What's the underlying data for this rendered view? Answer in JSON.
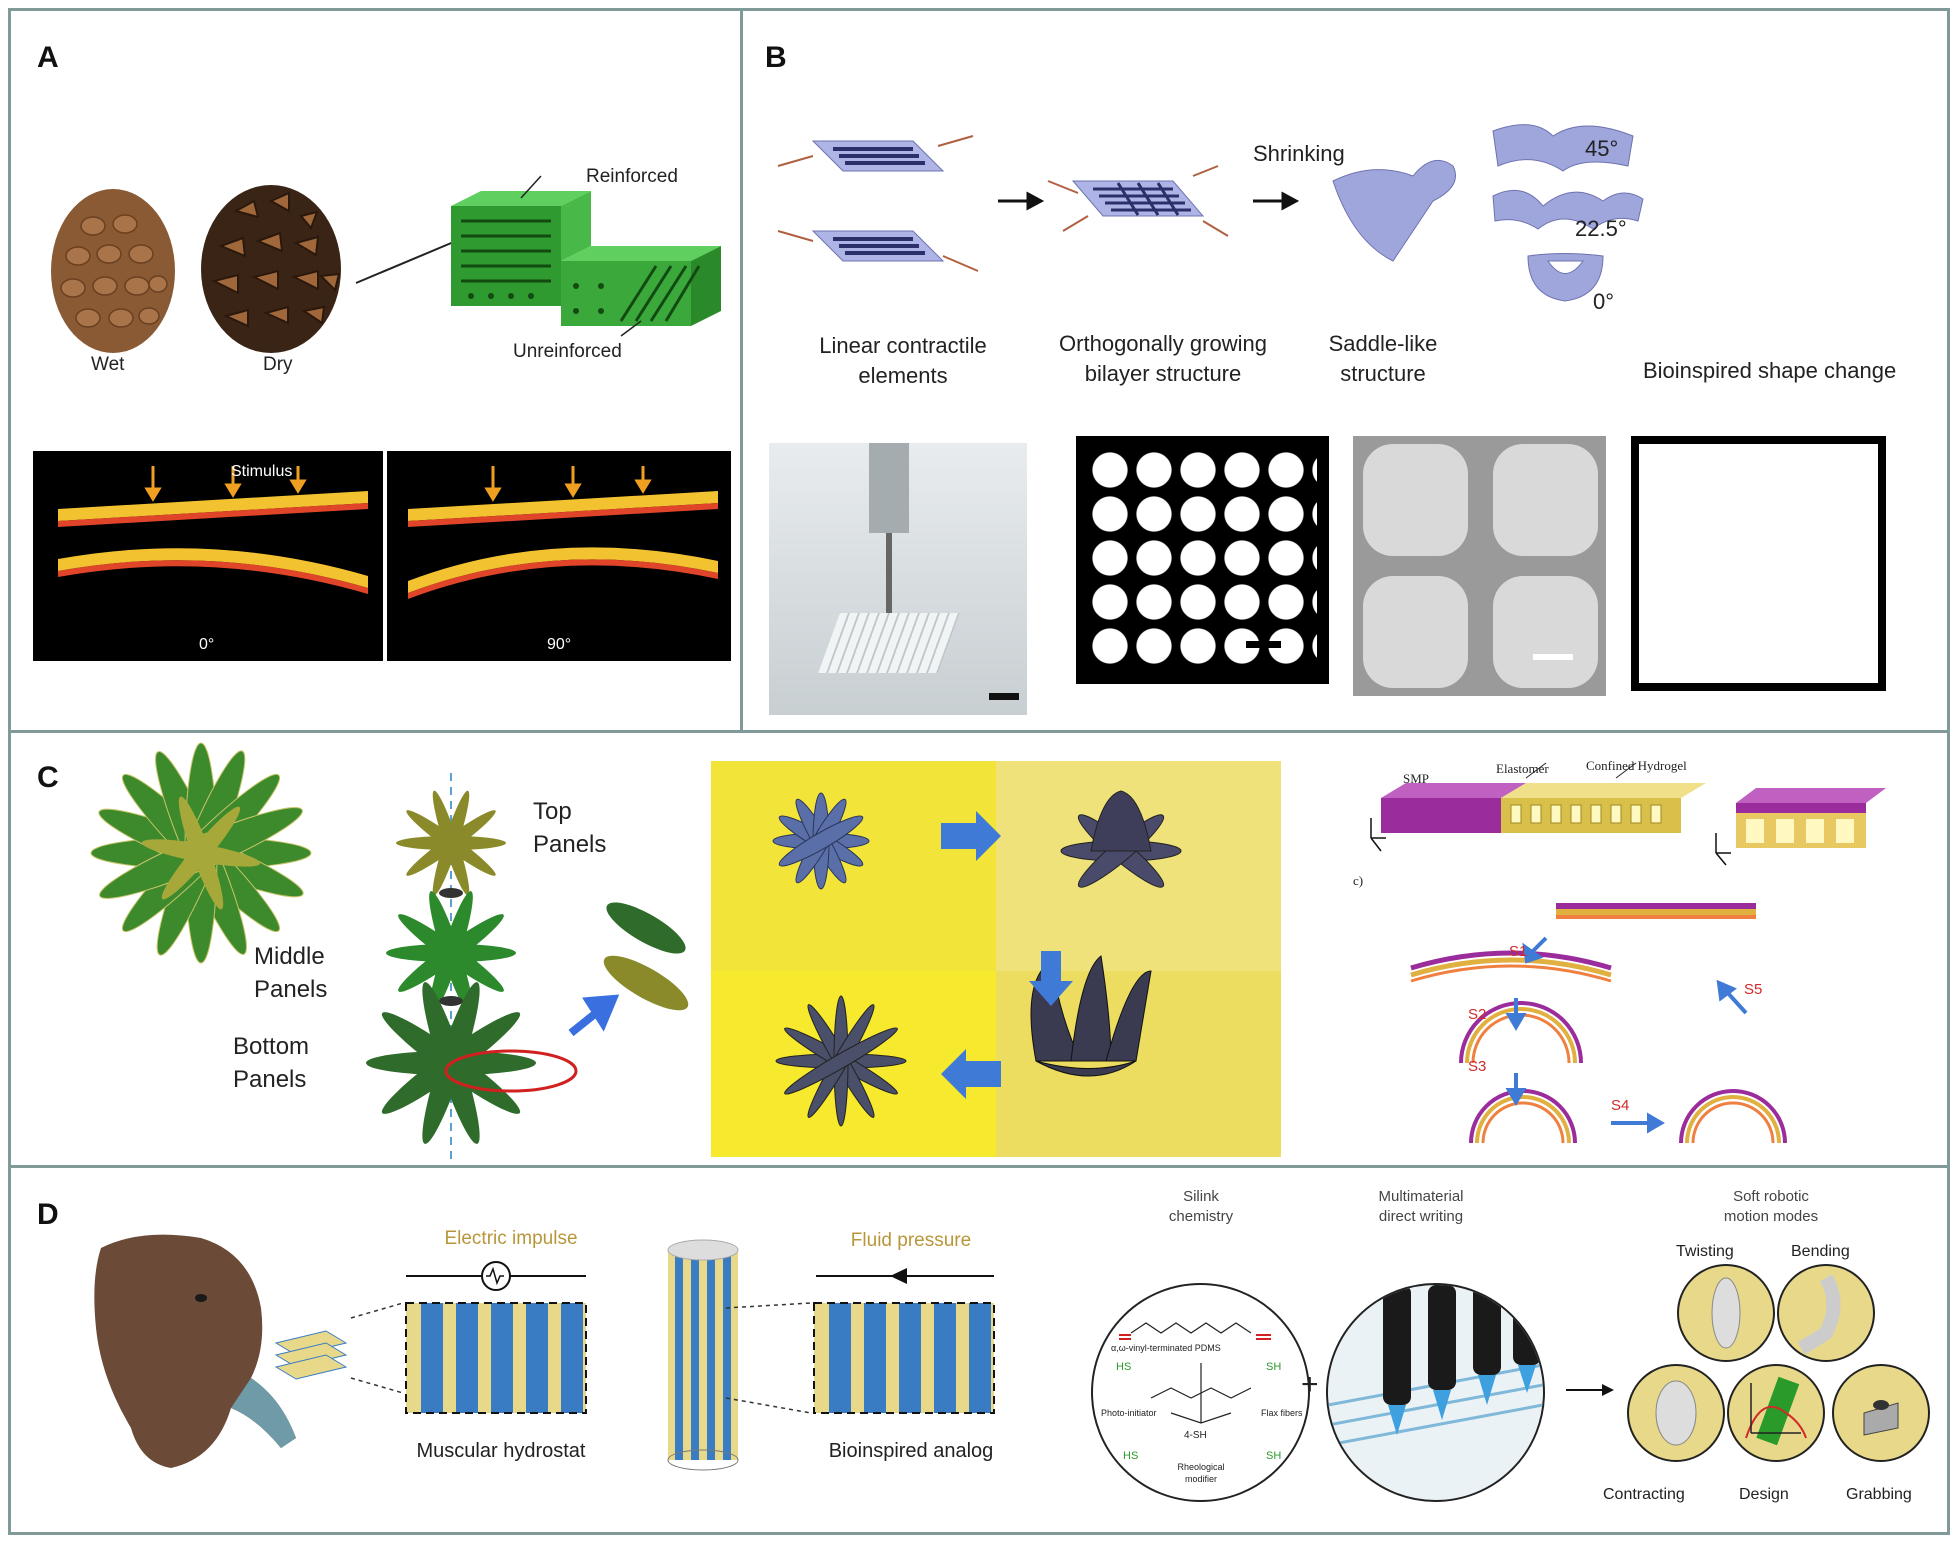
{
  "panels": {
    "a": {
      "letter": "A",
      "wet": "Wet",
      "dry": "Dry",
      "reinforced": "Reinforced",
      "unreinforced": "Unreinforced",
      "stimulus": "Stimulus",
      "angle_left": "0°",
      "angle_right": "90°"
    },
    "b": {
      "letter": "B",
      "shrinking": "Shrinking",
      "step1": "Linear contractile elements",
      "step2a": "Orthogonally  growing",
      "step2b": "bilayer structure",
      "step3a": "Saddle-like",
      "step3b": "structure",
      "shape_change": "Bioinspired shape change",
      "angle_45": "45°",
      "angle_22": "22.5°",
      "angle_0": "0°"
    },
    "c": {
      "letter": "C",
      "top_panels_1": "Top",
      "top_panels_2": "Panels",
      "middle_panels_1": "Middle",
      "middle_panels_2": "Panels",
      "bottom_panels_1": "Bottom",
      "bottom_panels_2": "Panels",
      "smp": "SMP",
      "elastomer": "Elastomer",
      "confined_hydrogel": "Confined Hydrogel",
      "sub_c": "c)",
      "s1": "S1",
      "s2": "S2",
      "s3": "S3",
      "s4": "S4",
      "s5": "S5"
    },
    "d": {
      "letter": "D",
      "electric_impulse": "Electric impulse",
      "muscular_hydrostat": "Muscular hydrostat",
      "fluid_pressure": "Fluid pressure",
      "bioinspired_analog": "Bioinspired analog",
      "silink_1": "Silink",
      "silink_2": "chemistry",
      "multimaterial_1": "Multimaterial",
      "multimaterial_2": "direct writing",
      "soft_1": "Soft robotic",
      "soft_2": "motion modes",
      "pdms": "α,ω-vinyl-terminated PDMS",
      "photoinitiator": "Photo-initiator",
      "flax": "Flax fibers",
      "four_sh": "4-SH",
      "rheological_1": "Rheological",
      "rheological_2": "modifier",
      "hs": "HS",
      "sh": "SH",
      "twisting": "Twisting",
      "bending": "Bending",
      "contracting": "Contracting",
      "design": "Design",
      "grabbing": "Grabbing"
    }
  },
  "colors": {
    "border": "#7f9a98",
    "green_block": "#3aa83a",
    "beam_yellow": "#f2c230",
    "beam_red": "#e0452a",
    "lavender": "#9fa6dc",
    "navy": "#2d2f6a",
    "yellow_bg": "#f5e82a",
    "leaf_green": "#2f6b2a",
    "magenta": "#9b2c9b",
    "blue": "#3f7bd6",
    "khaki": "#e8d98a",
    "muscle_blue": "#3a7cc4"
  }
}
